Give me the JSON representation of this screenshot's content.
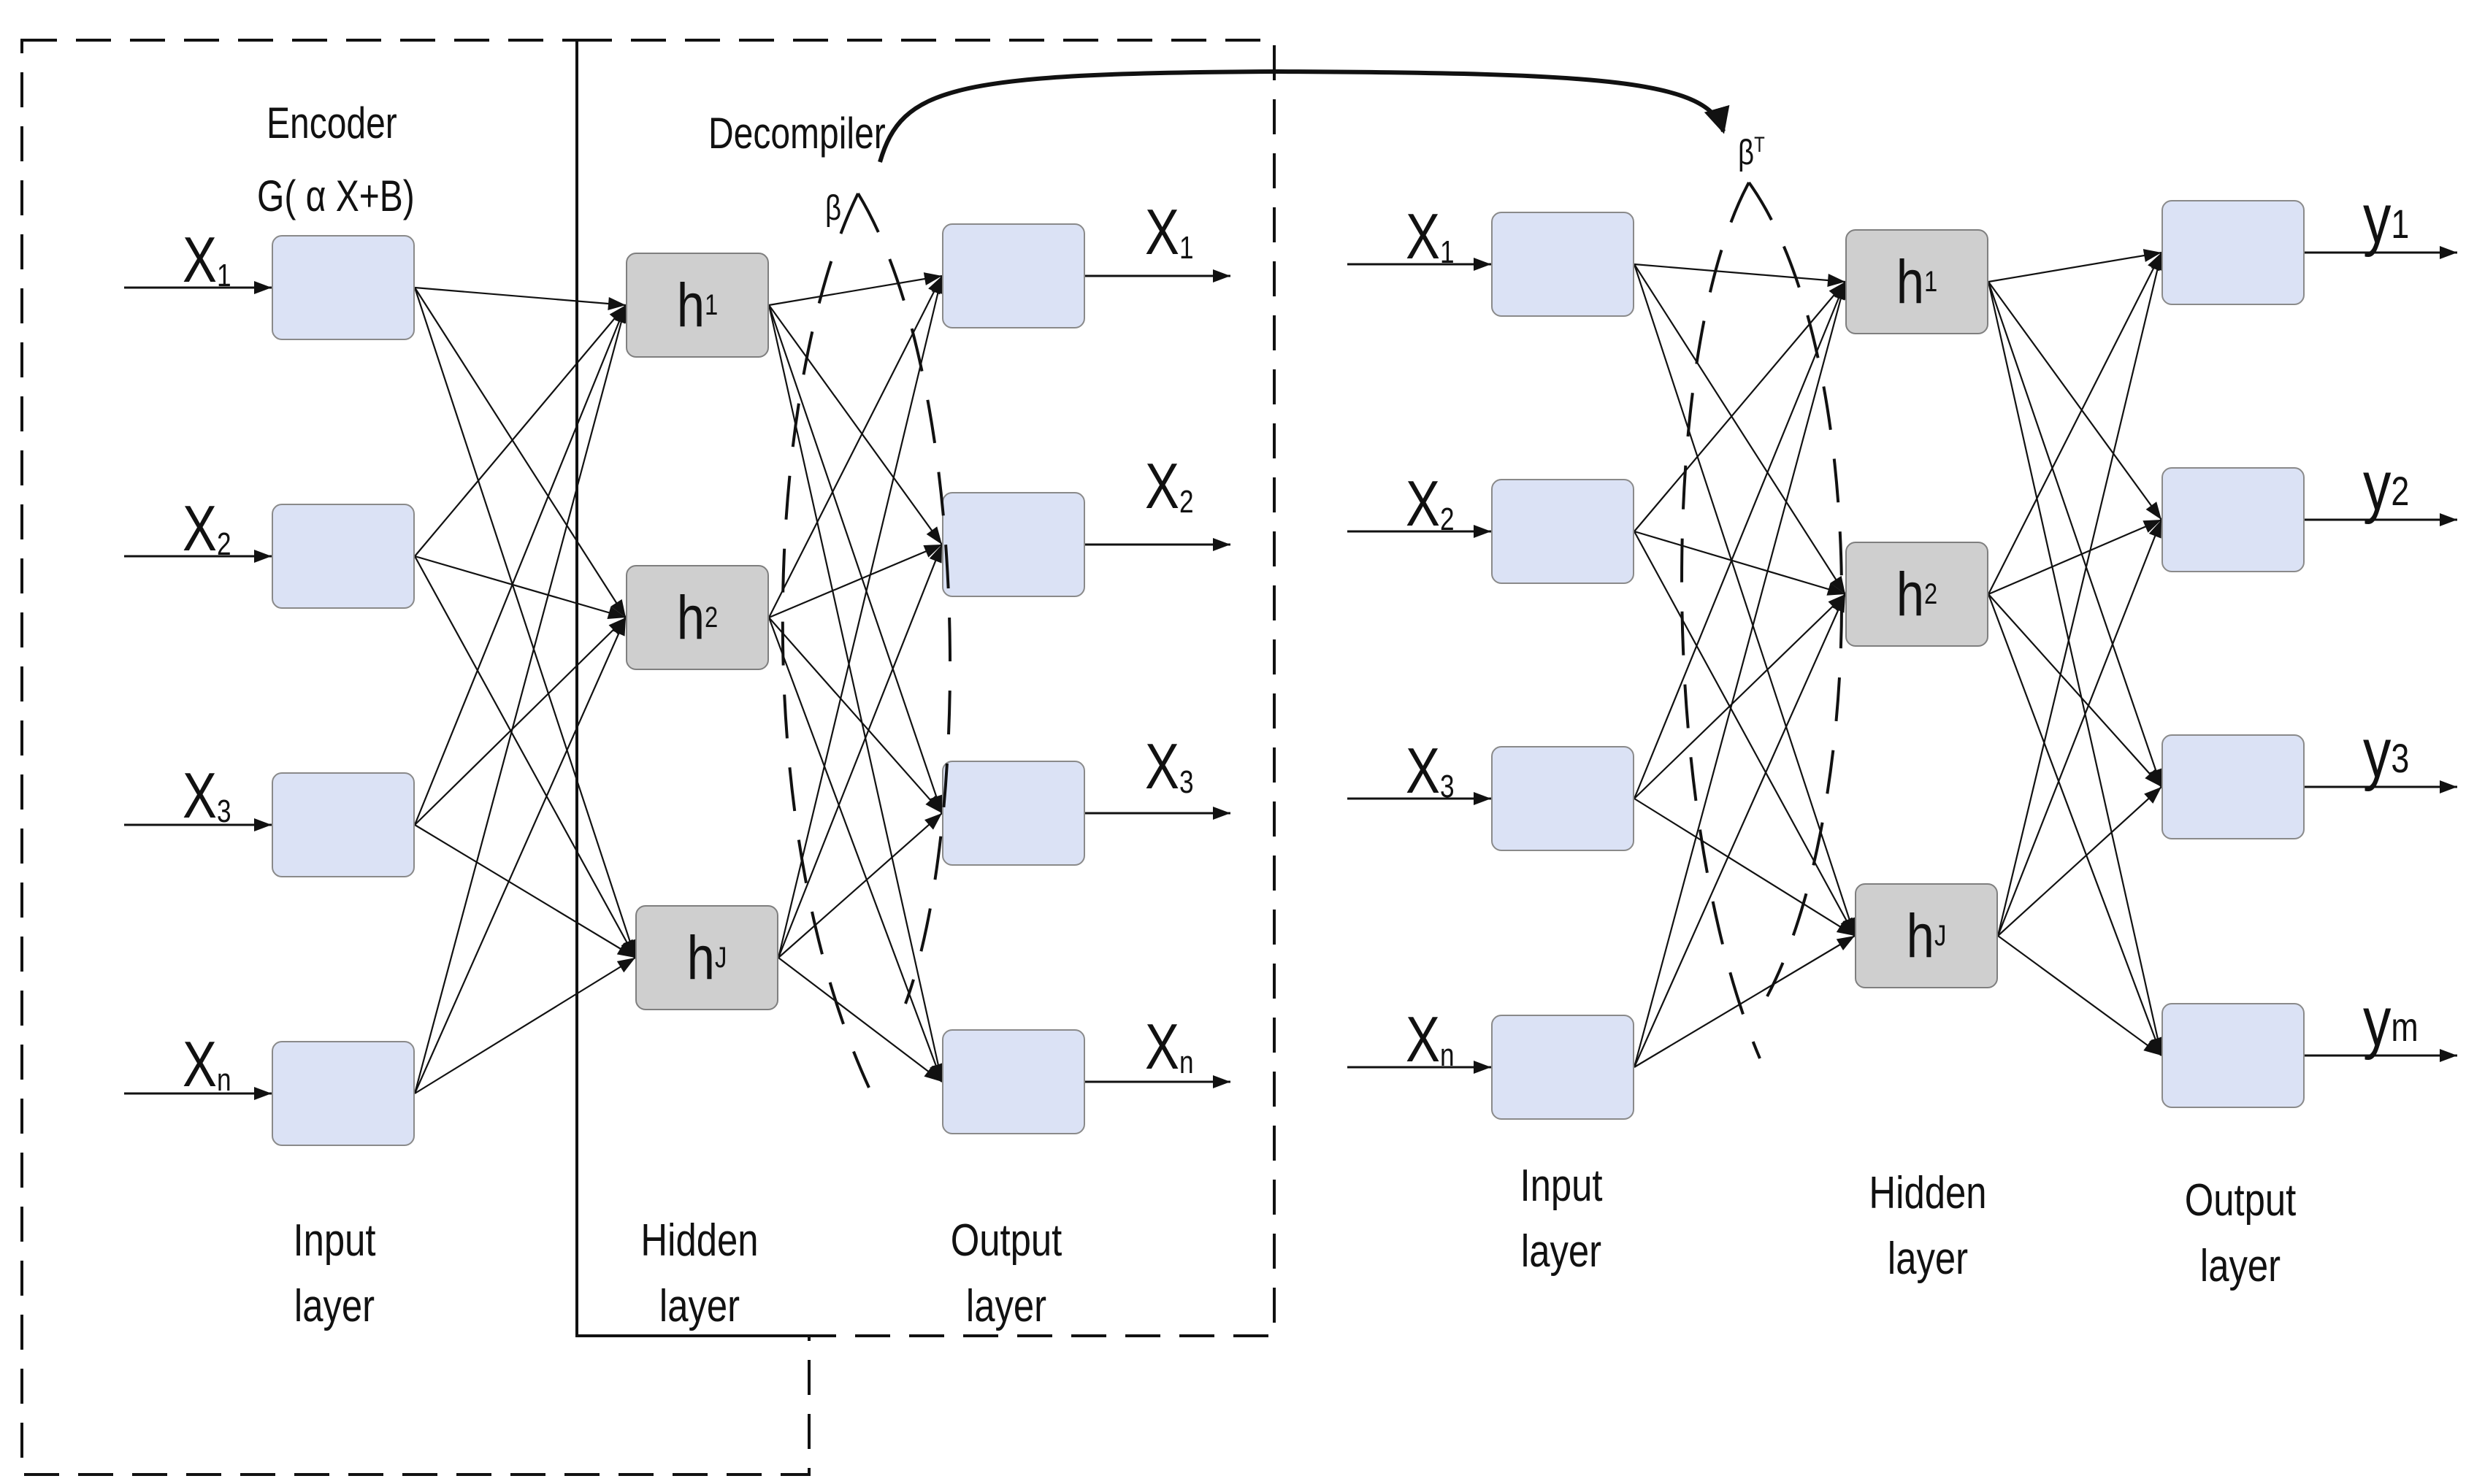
{
  "encoder": {
    "title": "Encoder",
    "function": "G( α X+B)",
    "inputs": [
      {
        "base": "X",
        "sub": "1"
      },
      {
        "base": "X",
        "sub": "2"
      },
      {
        "base": "X",
        "sub": "3"
      },
      {
        "base": "X",
        "sub": "n"
      }
    ],
    "input_caption": [
      "Input",
      "layer"
    ]
  },
  "decompiler": {
    "title": "Decompiler",
    "beta": "β",
    "hidden_nodes": [
      {
        "base": "h",
        "sub": "1"
      },
      {
        "base": "h",
        "sub": "2"
      },
      {
        "base": "h",
        "sub": "J"
      }
    ],
    "outputs": [
      {
        "base": "X",
        "sub": "1"
      },
      {
        "base": "X",
        "sub": "2"
      },
      {
        "base": "X",
        "sub": "3"
      },
      {
        "base": "X",
        "sub": "n"
      }
    ],
    "hidden_caption": [
      "Hidden",
      "layer"
    ],
    "output_caption": [
      "Output",
      "layer"
    ]
  },
  "elm": {
    "beta_transpose": "β",
    "beta_transpose_sup": "T",
    "inputs": [
      {
        "base": "X",
        "sub": "1"
      },
      {
        "base": "X",
        "sub": "2"
      },
      {
        "base": "X",
        "sub": "3"
      },
      {
        "base": "X",
        "sub": "n"
      }
    ],
    "hidden_nodes": [
      {
        "base": "h",
        "sub": "1"
      },
      {
        "base": "h",
        "sub": "2"
      },
      {
        "base": "h",
        "sub": "J"
      }
    ],
    "outputs": [
      {
        "base": "y",
        "sub": "1"
      },
      {
        "base": "y",
        "sub": "2"
      },
      {
        "base": "y",
        "sub": "3"
      },
      {
        "base": "y",
        "sub": "m"
      }
    ],
    "input_caption": [
      "Input",
      "layer"
    ],
    "hidden_caption": [
      "Hidden",
      "layer"
    ],
    "output_caption": [
      "Output",
      "layer"
    ]
  },
  "colors": {
    "io_node_fill": "#dbe2f5",
    "hidden_node_fill": "#cfcfcf",
    "node_border": "#8a8a8a",
    "line": "#111111"
  }
}
